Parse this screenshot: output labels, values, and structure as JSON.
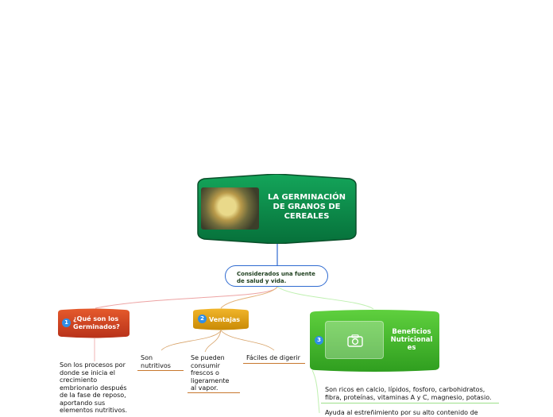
{
  "central": {
    "title": "LA GERMINACIÓN DE GRANOS DE CEREALES",
    "image": "sprouted-grains-photo"
  },
  "subtitle": {
    "text": "Considerados una fuente de salud y vida."
  },
  "topics": [
    {
      "number": "1",
      "label": "¿Qué son los Germinados?",
      "color": "#d8461f",
      "details": [
        "Son los procesos por donde se inicia el crecimiento embrionario después de la fase de reposo, aportando sus elementos nutritivos."
      ]
    },
    {
      "number": "2",
      "label": "Ventajas",
      "color": "#e0a010",
      "details": [
        "Son nutritivos",
        "Se pueden consumir frescos o ligeramente al vapor.",
        "Fáciles de digerir"
      ]
    },
    {
      "number": "3",
      "label": "Beneficios Nutricionales",
      "color": "#3fb52a",
      "image": "camera-icon",
      "details": [
        "Son ricos en calcio, lípidos, fosforo, carbohidratos, fibra, proteínas, vitaminas A y C, magnesio, potasio.",
        "Ayuda al estreñimiento por su alto contenido de"
      ]
    }
  ],
  "colors": {
    "central": "#0b8a4a",
    "link_blue": "#2f6bd1",
    "link_red": "#e98b8b",
    "link_orange": "#d39a5b",
    "link_green": "#8fe07a"
  }
}
